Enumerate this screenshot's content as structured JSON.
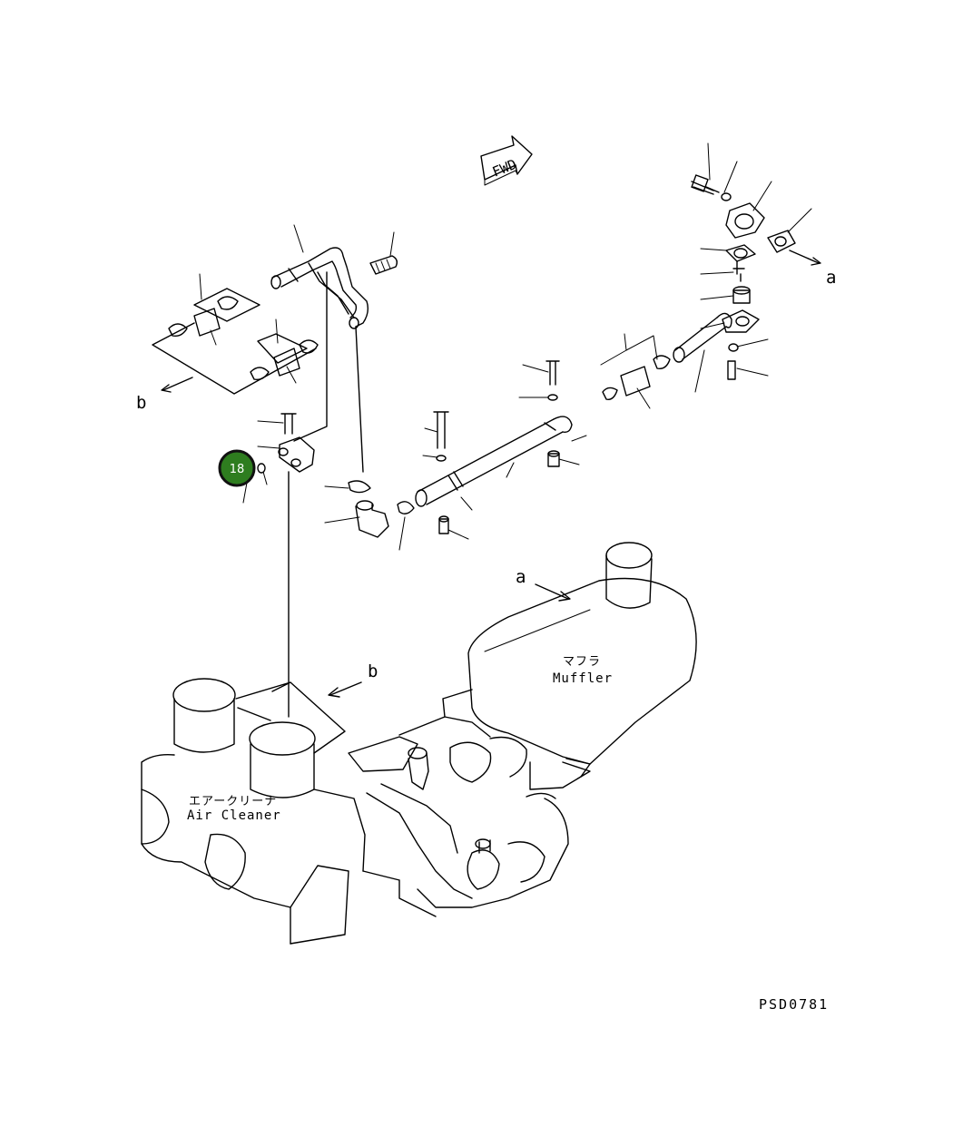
{
  "direction_label": "FWD",
  "labels": {
    "a_top": "a",
    "a_muffler": "a",
    "b_left": "b",
    "b_center": "b"
  },
  "muffler": {
    "name_jp": "マフラ",
    "name_en": "Muffler"
  },
  "air_cleaner": {
    "name_jp": "エアークリーナ",
    "name_en": "Air Cleaner"
  },
  "part_callout": {
    "number": "18",
    "color": "#2e7d1f",
    "ring_color": "#111111"
  },
  "drawing_code": "PSD0781"
}
